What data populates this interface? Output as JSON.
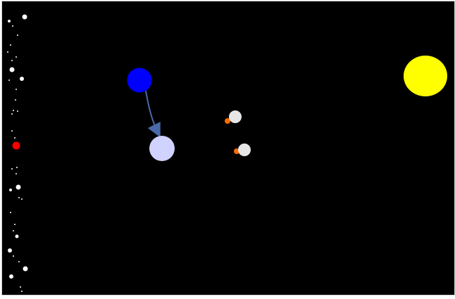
{
  "game": {
    "colors": {
      "background": "#000000",
      "sun": "#ffff00",
      "planet": "#0000ff",
      "target_planet": "#d0d2ff",
      "arrow": "#4a6aa8",
      "star": "#ffffff",
      "moon": "#e6e6e6",
      "satellite": "#ff6a00",
      "red_marker": "#ff0000"
    },
    "objects": {
      "sun": {
        "name": "sun",
        "icon": "sun-icon"
      },
      "planet": {
        "name": "planet",
        "icon": "blue-planet-icon"
      },
      "target_planet": {
        "name": "target-planet",
        "icon": "pale-planet-icon"
      },
      "trajectory_arrow": {
        "name": "trajectory-arrow",
        "icon": "arrow-icon"
      },
      "moons": [
        {
          "name": "moon-1",
          "icon": "moon-icon"
        },
        {
          "name": "moon-2",
          "icon": "moon-icon"
        }
      ],
      "satellites": [
        {
          "name": "satellite-1",
          "icon": "orange-dot-icon"
        },
        {
          "name": "satellite-2",
          "icon": "orange-dot-icon"
        }
      ],
      "red_marker": {
        "name": "red-marker",
        "icon": "red-dot-icon"
      },
      "star_column": {
        "name": "star-column",
        "icon": "star-field-icon"
      }
    }
  }
}
